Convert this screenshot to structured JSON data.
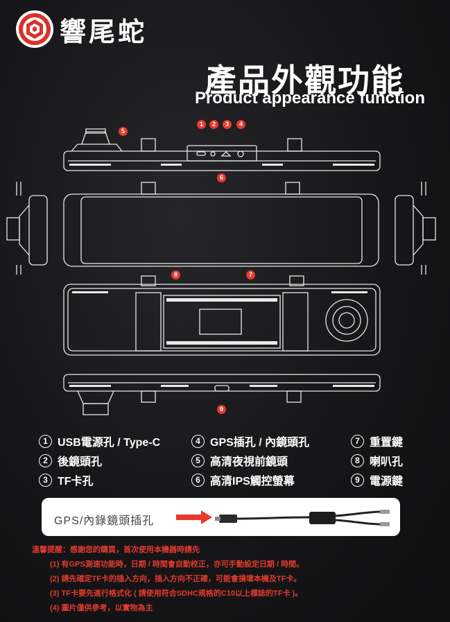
{
  "brand": {
    "name": "響尾蛇"
  },
  "title": {
    "zh": "產品外觀功能",
    "en": "Product appearance function"
  },
  "markers": [
    "1",
    "2",
    "3",
    "4",
    "5",
    "6",
    "7",
    "8",
    "9"
  ],
  "features": [
    {
      "num": "1",
      "label": "USB電源孔 / Type-C"
    },
    {
      "num": "2",
      "label": "後鏡頭孔"
    },
    {
      "num": "3",
      "label": "TF卡孔"
    },
    {
      "num": "4",
      "label": "GPS插孔 / 內鏡頭孔"
    },
    {
      "num": "5",
      "label": "高清夜視前鏡頭"
    },
    {
      "num": "6",
      "label": "高清IPS觸控螢幕"
    },
    {
      "num": "7",
      "label": "重置鍵"
    },
    {
      "num": "8",
      "label": "喇叭孔"
    },
    {
      "num": "9",
      "label": "電源鍵"
    }
  ],
  "gps": {
    "label": "GPS/內錄鏡頭插孔"
  },
  "notes": {
    "heading": "溫馨提醒：感謝您的購買，首次使用本機器時請先",
    "items": [
      "(1) 有GPS測速功能時，日期 / 時間會自動校正，亦可手動設定日期 / 時間。",
      "(2) 請先確定TF卡的插入方向，插入方向不正確，可能會損壞本機及TF卡。",
      "(3) TF卡要先進行格式化 ( 請使用符合SDHC規格的C10以上標誌的TF卡 )。",
      "(4) 圖片僅供參考，以實物為主"
    ]
  },
  "colors": {
    "accent": "#e8392c",
    "background": "#141416"
  }
}
